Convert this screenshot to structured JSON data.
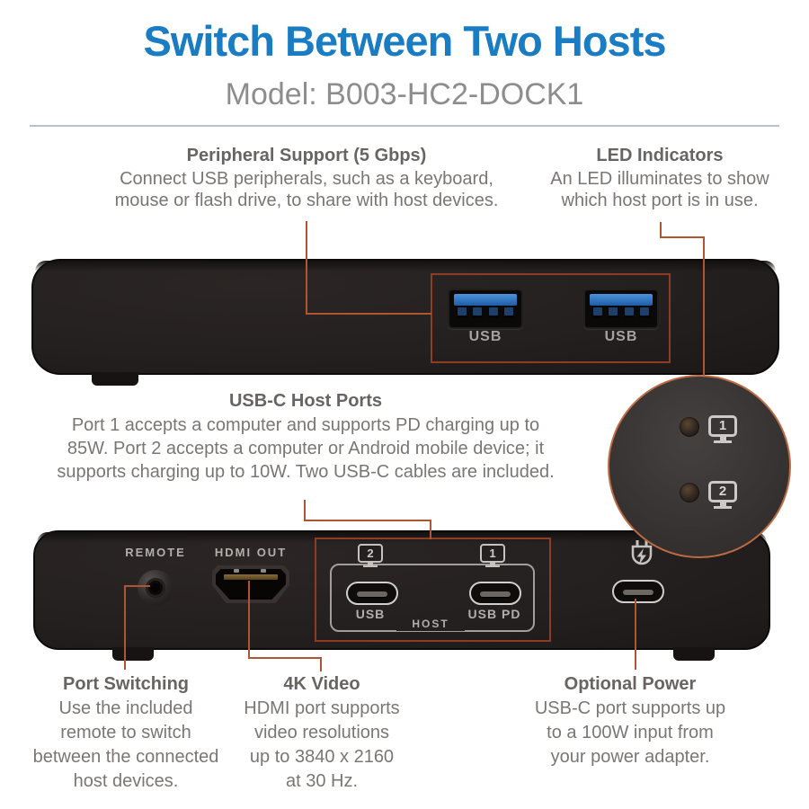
{
  "header": {
    "title": "Switch Between Two Hosts",
    "model": "Model: B003-HC2-DOCK1"
  },
  "callouts": {
    "peripheral": {
      "title": "Peripheral Support (5 Gbps)",
      "lines": [
        "Connect USB peripherals, such as a keyboard,",
        "mouse or flash drive, to share with host devices."
      ]
    },
    "led": {
      "title": "LED Indicators",
      "lines": [
        "An LED illuminates to show",
        "which host port is in use."
      ]
    },
    "usbc": {
      "title": "USB-C Host Ports",
      "lines": [
        "Port 1 accepts a computer and supports PD charging up to",
        "85W. Port 2 accepts a computer or Android mobile device; it",
        "supports charging up to 10W. Two USB-C cables are included."
      ]
    },
    "port_switching": {
      "title": "Port Switching",
      "lines": [
        "Use the included",
        "remote to switch",
        "between the connected",
        "host devices."
      ]
    },
    "video_4k": {
      "title": "4K Video",
      "lines": [
        "HDMI port supports",
        "video resolutions",
        "up to 3840 x 2160",
        "at 30 Hz."
      ]
    },
    "optional_power": {
      "title": "Optional Power",
      "lines": [
        "USB-C port supports up",
        "to a 100W input from",
        "your power adapter."
      ]
    }
  },
  "device_front": {
    "usb1_label": "USB",
    "usb2_label": "USB"
  },
  "device_back": {
    "remote_label": "REMOTE",
    "hdmi_label": "HDMI OUT",
    "usb_label": "USB",
    "usb_pd_label": "USB PD",
    "host_label": "HOST",
    "port2_number": "2",
    "port1_number": "1"
  },
  "led_detail": {
    "port1_number": "1",
    "port2_number": "2"
  },
  "colors": {
    "title_blue": "#1a7cc2",
    "model_gray": "#8d8d8d",
    "heading_gray": "#676461",
    "body_gray": "#7a7674",
    "callout_line": "#b05531",
    "highlight_box": "#8f3c27",
    "divider": "#b6c2c9",
    "device_body": "#242020",
    "usb3_blue": "#2f77c5",
    "port_print_white": "#c6c2bf"
  }
}
